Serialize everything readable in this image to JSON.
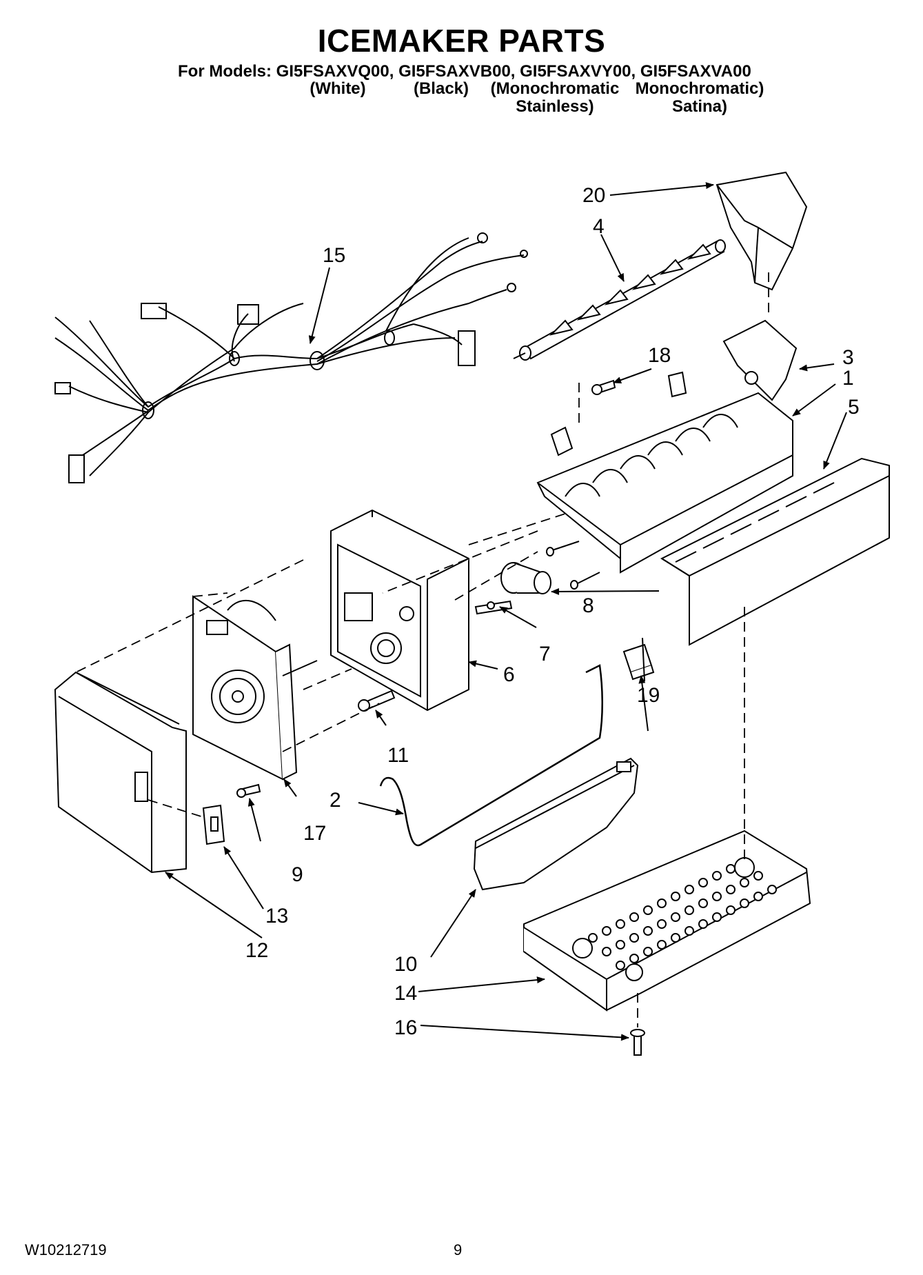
{
  "header": {
    "title": "ICEMAKER PARTS",
    "models_line": "For Models: GI5FSAXVQ00, GI5FSAXVB00, GI5FSAXVY00, GI5FSAXVA00",
    "variants": [
      {
        "line1": "(White)",
        "line2": ""
      },
      {
        "line1": "(Black)",
        "line2": ""
      },
      {
        "line1": "(Monochromatic",
        "line2": "Stainless)"
      },
      {
        "line1": "Monochromatic)",
        "line2": "Satina)"
      }
    ]
  },
  "callouts": {
    "c1": "1",
    "c2": "2",
    "c3": "3",
    "c4": "4",
    "c5": "5",
    "c6": "6",
    "c7": "7",
    "c8": "8",
    "c9": "9",
    "c10": "10",
    "c11": "11",
    "c12": "12",
    "c13": "13",
    "c14": "14",
    "c15": "15",
    "c16": "16",
    "c17": "17",
    "c18": "18",
    "c19": "19",
    "c20": "20"
  },
  "footer": {
    "doc_number": "W10212719",
    "page_number": "9"
  }
}
